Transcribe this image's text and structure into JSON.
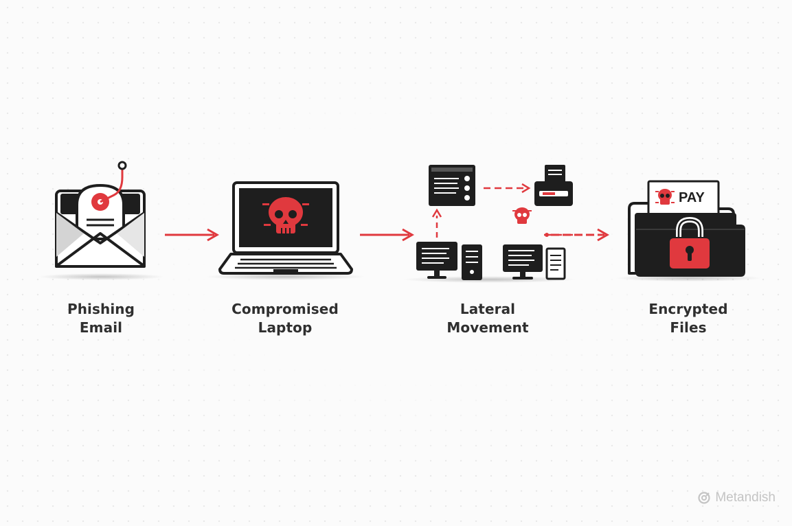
{
  "steps": [
    {
      "line1": "Phishing",
      "line2": "Email",
      "icon": "phishing-envelope-icon"
    },
    {
      "line1": "Compromised",
      "line2": "Laptop",
      "icon": "infected-laptop-icon"
    },
    {
      "line1": "Lateral",
      "line2": "Movement",
      "icon": "network-devices-icon"
    },
    {
      "line1": "Encrypted",
      "line2": "Files",
      "icon": "locked-folder-icon"
    }
  ],
  "ransom_note": {
    "text": "PAY"
  },
  "watermark": {
    "text": "Metandish"
  },
  "colors": {
    "accent": "#e0393e",
    "ink": "#1e1e1e",
    "label": "#2f2f2f"
  }
}
